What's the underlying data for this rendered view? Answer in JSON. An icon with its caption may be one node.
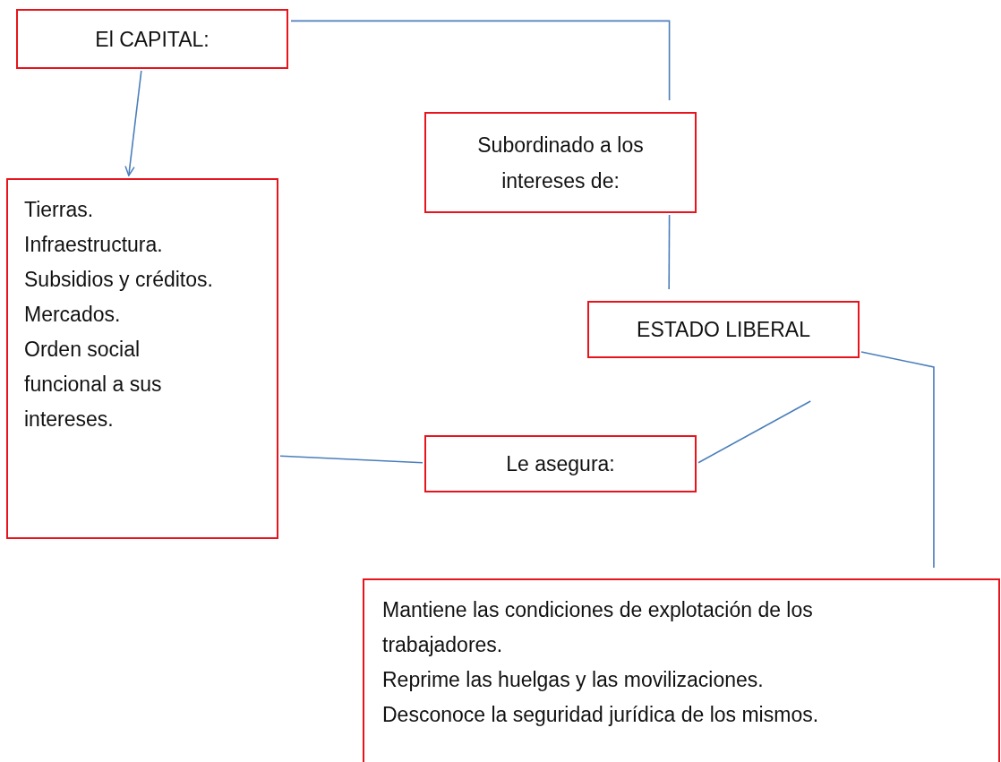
{
  "diagram": {
    "nodes": [
      {
        "text": [
          "El CAPITAL:"
        ]
      },
      {
        "text": [
          "Tierras.",
          "Infraestructura.",
          "Subsidios y créditos.",
          "Mercados.",
          "Orden social funcional a sus intereses."
        ]
      },
      {
        "text": [
          "Subordinado a los intereses de:"
        ]
      },
      {
        "text": [
          "ESTADO LIBERAL"
        ]
      },
      {
        "text": [
          "Le asegura:"
        ]
      },
      {
        "text": [
          "Mantiene las condiciones de explotación de los trabajadores.",
          "Reprime las huelgas y las movilizaciones.",
          "Desconoce la seguridad jurídica de los mismos."
        ]
      }
    ],
    "edges": [
      {
        "from": 0,
        "to": 1,
        "arrow": "to"
      },
      {
        "from": 0,
        "to": 2,
        "arrow": "none"
      },
      {
        "from": 2,
        "to": 3,
        "arrow": "none"
      },
      {
        "from": 3,
        "to": 5,
        "arrow": "none"
      },
      {
        "from": 4,
        "to": 3,
        "arrow": "none"
      },
      {
        "from": 1,
        "to": 4,
        "arrow": "none"
      }
    ]
  }
}
